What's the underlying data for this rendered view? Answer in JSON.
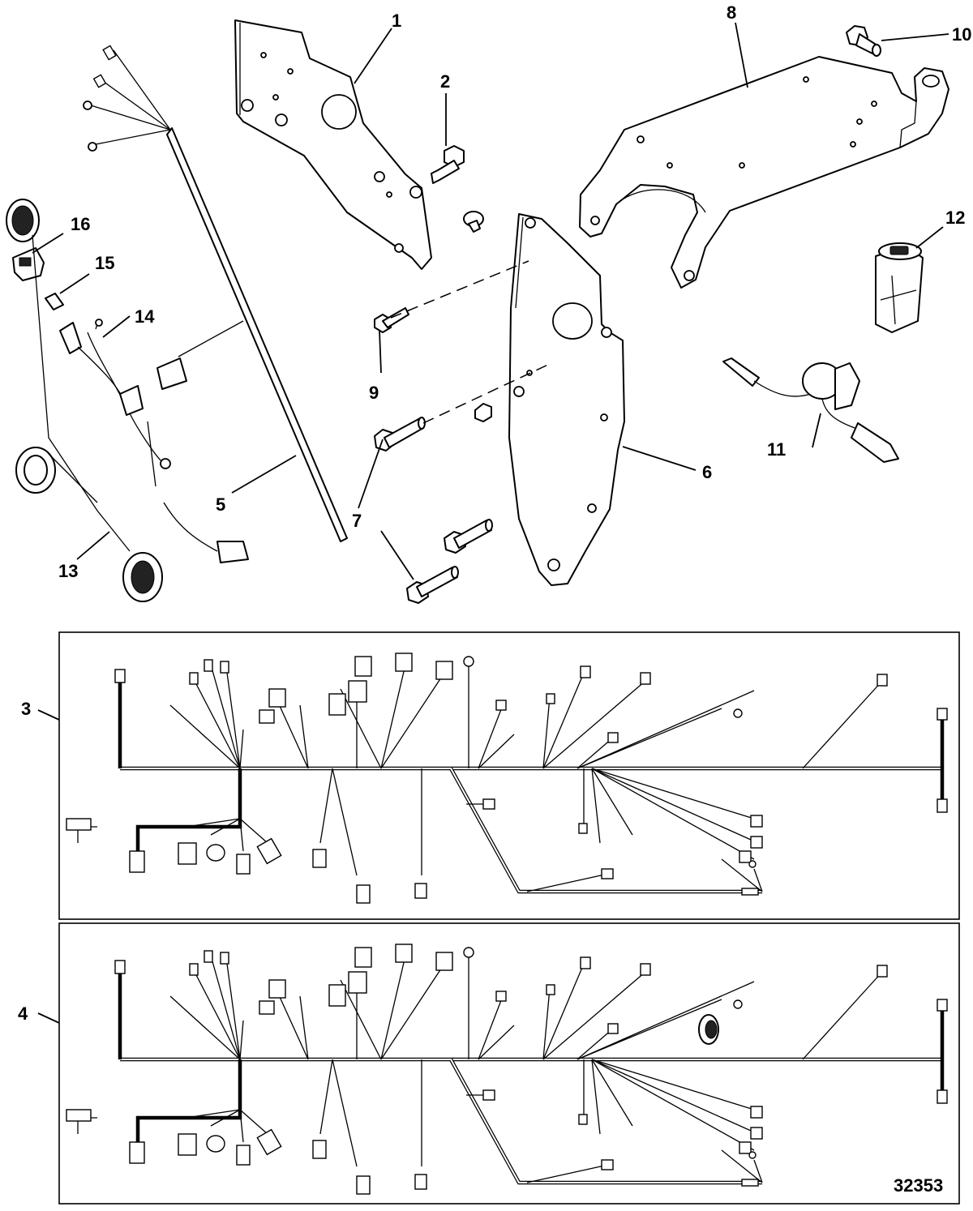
{
  "callouts": [
    {
      "id": "c1",
      "label": "1"
    },
    {
      "id": "c2",
      "label": "2"
    },
    {
      "id": "c3",
      "label": "3"
    },
    {
      "id": "c4",
      "label": "4"
    },
    {
      "id": "c5",
      "label": "5"
    },
    {
      "id": "c6",
      "label": "6"
    },
    {
      "id": "c7",
      "label": "7"
    },
    {
      "id": "c8",
      "label": "8"
    },
    {
      "id": "c9",
      "label": "9"
    },
    {
      "id": "c10",
      "label": "10"
    },
    {
      "id": "c11",
      "label": "11"
    },
    {
      "id": "c12",
      "label": "12"
    },
    {
      "id": "c13",
      "label": "13"
    },
    {
      "id": "c14",
      "label": "14"
    },
    {
      "id": "c15",
      "label": "15"
    },
    {
      "id": "c16",
      "label": "16"
    }
  ],
  "figure_number": "32353",
  "colors": {
    "line": "#000000",
    "background": "#ffffff"
  }
}
